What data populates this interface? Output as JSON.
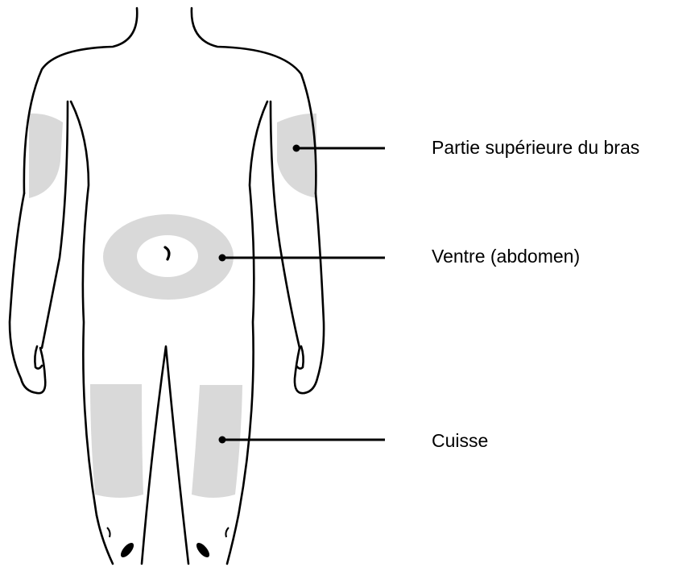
{
  "labels": {
    "upper_arm": "Partie supérieure du bras",
    "abdomen": "Ventre (abdomen)",
    "thigh": "Cuisse"
  },
  "colors": {
    "outline": "#000000",
    "injection_zone": "#d9d9d9",
    "background": "#ffffff"
  }
}
